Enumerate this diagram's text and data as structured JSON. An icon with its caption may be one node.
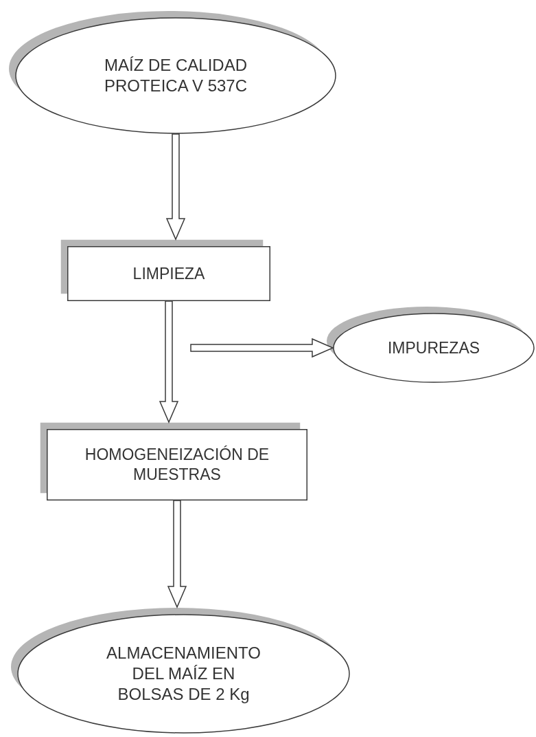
{
  "diagram": {
    "nodes": [
      {
        "text": [
          "MAÍZ  DE CALIDAD PROTEICA V 537C"
        ]
      },
      {
        "text": [
          "LIMPIEZA"
        ]
      },
      {
        "text": [
          "IMPUREZAS"
        ]
      },
      {
        "text": [
          "HOMOGENEIZACIÓN DE MUESTRAS"
        ]
      },
      {
        "text": [
          "ALMACENAMIENTO DEL MAÍZ  EN BOLSAS DE 2 Kg"
        ]
      }
    ],
    "edges": [
      {
        "from": 0,
        "to": 1,
        "arrow": "to"
      },
      {
        "from": 1,
        "to": 3,
        "arrow": "to"
      },
      {
        "from": null,
        "to": 2,
        "arrow": "to"
      },
      {
        "from": 3,
        "to": 4,
        "arrow": "to"
      }
    ]
  }
}
